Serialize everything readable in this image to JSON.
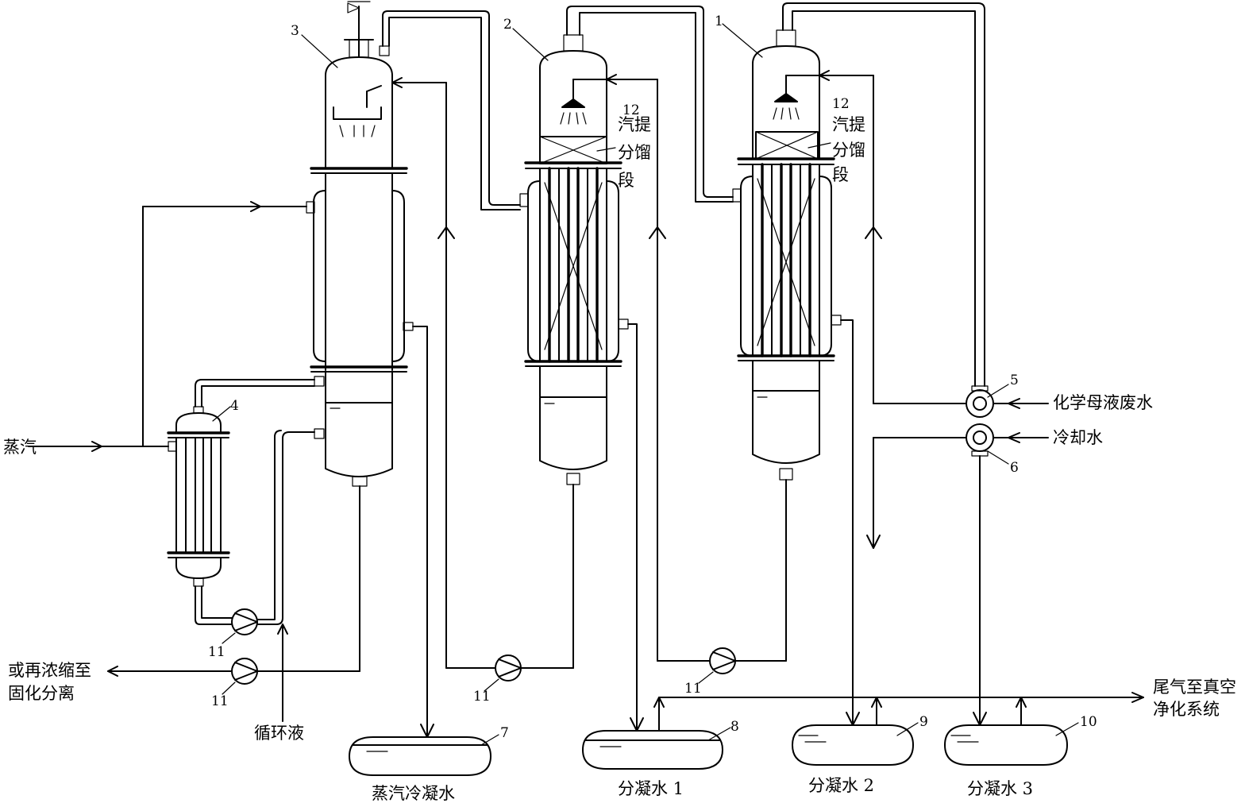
{
  "labels": {
    "steam": "蒸汽",
    "reconcentrate_line1": "或再浓缩至",
    "reconcentrate_line2": "固化分离",
    "circulating_liquid": "循环液",
    "steam_condensate": "蒸汽冷凝水",
    "condensate_1": "分凝水 1",
    "condensate_2": "分凝水 2",
    "condensate_3": "分凝水 3",
    "chemical_wastewater": "化学母液废水",
    "cooling_water": "冷却水",
    "tail_gas_line1": "尾气至真空",
    "tail_gas_line2": "净化系统",
    "stripping_col2_line1": "汽提",
    "stripping_col2_line2": "分馏",
    "stripping_col2_line3": "段",
    "stripping_col1_line1": "汽提",
    "stripping_col1_line2": "分馏",
    "stripping_col1_line3": "段"
  },
  "numbers": {
    "n1": "1",
    "n2": "2",
    "n3": "3",
    "n4": "4",
    "n5": "5",
    "n6": "6",
    "n7": "7",
    "n8": "8",
    "n9": "9",
    "n10": "10",
    "n11_a": "11",
    "n11_b": "11",
    "n11_c": "11",
    "n11_d": "11",
    "n12_a": "12",
    "n12_b": "12"
  }
}
